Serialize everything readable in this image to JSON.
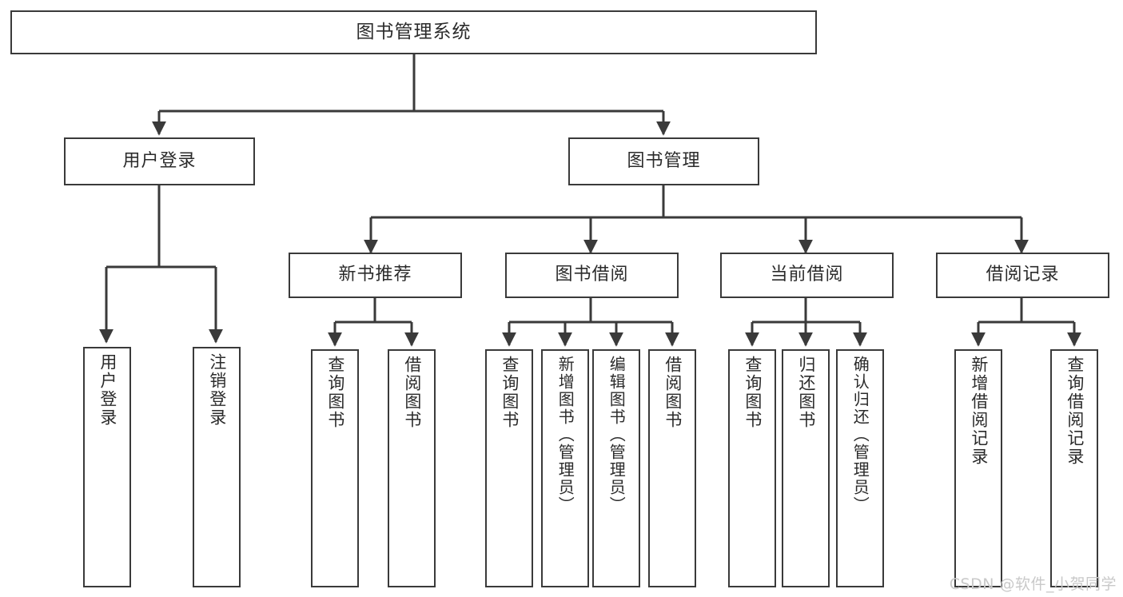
{
  "diagram": {
    "title": "图书管理系统",
    "watermark": "CSDN @软件_小贺同学",
    "colors": {
      "background": "#ffffff",
      "box_border": "#3a3a3a",
      "box_fill": "#ffffff",
      "connector": "#3a3a3a",
      "text": "#2b2b2b",
      "watermark": "#c9c9c9"
    },
    "root": {
      "label": "图书管理系统"
    },
    "level2": [
      {
        "label": "用户登录"
      },
      {
        "label": "图书管理"
      }
    ],
    "level3": [
      {
        "label": "新书推荐"
      },
      {
        "label": "图书借阅"
      },
      {
        "label": "当前借阅"
      },
      {
        "label": "借阅记录"
      }
    ],
    "leaves": {
      "user_login": [
        {
          "label": "用户登录"
        },
        {
          "label": "注销登录"
        }
      ],
      "new_book_recommend": [
        {
          "label": "查询图书"
        },
        {
          "label": "借阅图书"
        }
      ],
      "book_borrow": [
        {
          "label": "查询图书"
        },
        {
          "label": "新增图书（管理员）"
        },
        {
          "label": "编辑图书（管理员）"
        },
        {
          "label": "借阅图书"
        }
      ],
      "current_borrow": [
        {
          "label": "查询图书"
        },
        {
          "label": "归还图书"
        },
        {
          "label": "确认归还（管理员）"
        }
      ],
      "borrow_record": [
        {
          "label": "新增借阅记录"
        },
        {
          "label": "查询借阅记录"
        }
      ]
    }
  }
}
